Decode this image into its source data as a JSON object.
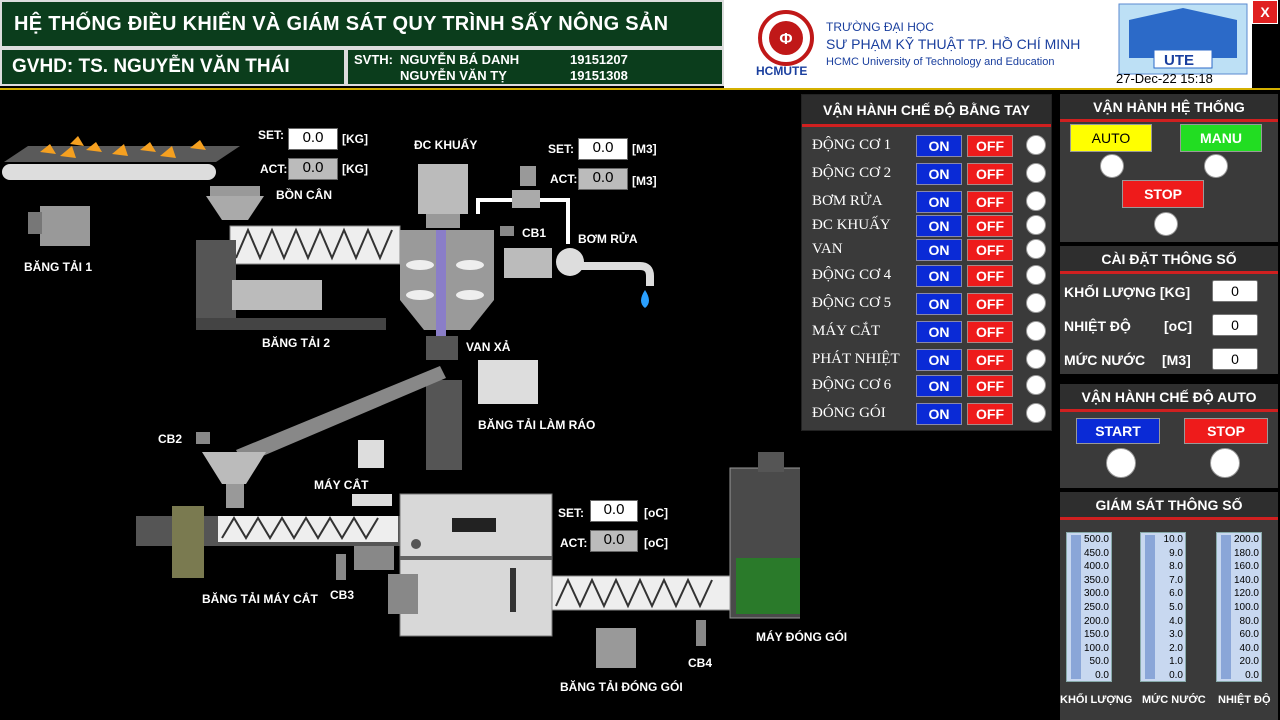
{
  "header": {
    "title": "HỆ THỐNG ĐIỀU KHIỂN VÀ GIÁM SÁT QUY TRÌNH SẤY NÔNG SẢN",
    "advisor": "GVHD: TS. NGUYỄN VĂN THÁI",
    "students_label": "SVTH:",
    "students": [
      {
        "name": "NGUYỄN BÁ DANH",
        "id": "19151207"
      },
      {
        "name": "NGUYỄN VĂN TỴ",
        "id": "19151308"
      }
    ],
    "close": "X"
  },
  "logo": {
    "university_line1": "TRƯỜNG ĐẠI HỌC",
    "university_line2": "SƯ PHẠM KỸ THUẬT TP. HỒ CHÍ MINH",
    "university_en": "HCMC University of Technology and Education",
    "hcmute": "HCMUTE",
    "ute": "UTE",
    "datetime": "27-Dec-22 15:18"
  },
  "process": {
    "scale": {
      "set_label": "SET:",
      "set_value": "0.0",
      "set_unit": "[KG]",
      "act_label": "ACT:",
      "act_value": "0.0",
      "act_unit": "[KG]",
      "name": "BỒN CÂN"
    },
    "water": {
      "set_label": "SET:",
      "set_value": "0.0",
      "set_unit": "[M3]",
      "act_label": "ACT:",
      "act_value": "0.0",
      "act_unit": "[M3]"
    },
    "temp": {
      "set_label": "SET:",
      "set_value": "0.0",
      "set_unit": "[oC]",
      "act_label": "ACT:",
      "act_value": "0.0",
      "act_unit": "[oC]"
    },
    "labels": {
      "conveyor1": "BĂNG TẢI 1",
      "conveyor2": "BĂNG TẢI 2",
      "mixer_motor": "ĐC KHUẤY",
      "cb1": "CB1",
      "wash_pump": "BƠM RỬA",
      "drain_valve": "VAN XẢ",
      "drying_conveyor": "BĂNG TẢI LÀM RÁO",
      "cb2": "CB2",
      "cutter": "MÁY CẮT",
      "cutter_conveyor": "BĂNG TẢI MÁY CẮT",
      "cb3": "CB3",
      "packing_conveyor": "BĂNG TẢI ĐÓNG GÓI",
      "cb4": "CB4",
      "packing_machine": "MÁY ĐÓNG GÓI"
    }
  },
  "manual": {
    "title": "VẬN HÀNH CHẾ ĐỘ BẰNG TAY",
    "on_label": "ON",
    "off_label": "OFF",
    "items": [
      {
        "name": "ĐỘNG CƠ 1"
      },
      {
        "name": "ĐỘNG CƠ 2"
      },
      {
        "name": "BƠM RỬA"
      },
      {
        "name": "ĐC KHUẤY"
      },
      {
        "name": "VAN"
      },
      {
        "name": "ĐỘNG CƠ 4"
      },
      {
        "name": "ĐỘNG CƠ 5"
      },
      {
        "name": "MÁY CẮT"
      },
      {
        "name": "PHÁT NHIỆT"
      },
      {
        "name": "ĐỘNG CƠ 6"
      },
      {
        "name": "ĐÓNG GÓI"
      }
    ]
  },
  "system": {
    "title": "VẬN HÀNH HỆ THỐNG",
    "auto": "AUTO",
    "manu": "MANU",
    "stop": "STOP"
  },
  "settings": {
    "title": "CÀI ĐẶT THÔNG SỐ",
    "mass_label": "KHỐI LƯỢNG [KG]",
    "mass_value": "0",
    "temp_label": "NHIỆT ĐỘ",
    "temp_unit": "[oC]",
    "temp_value": "0",
    "water_label": "MỨC NƯỚC",
    "water_unit": "[M3]",
    "water_value": "0"
  },
  "auto_mode": {
    "title": "VẬN HÀNH CHẾ ĐỘ AUTO",
    "start": "START",
    "stop": "STOP"
  },
  "monitor": {
    "title": "GIÁM SÁT THÔNG SỐ",
    "gauges": [
      {
        "label": "KHỐI LƯỢNG",
        "ticks": [
          "500.0",
          "450.0",
          "400.0",
          "350.0",
          "300.0",
          "250.0",
          "200.0",
          "150.0",
          "100.0",
          "50.0",
          "0.0"
        ],
        "level": 0
      },
      {
        "label": "MỨC NƯỚC",
        "ticks": [
          "10.0",
          "9.0",
          "8.0",
          "7.0",
          "6.0",
          "5.0",
          "4.0",
          "3.0",
          "2.0",
          "1.0",
          "0.0"
        ],
        "level": 0
      },
      {
        "label": "NHIỆT ĐỘ",
        "ticks": [
          "200.0",
          "180.0",
          "160.0",
          "140.0",
          "120.0",
          "100.0",
          "80.0",
          "60.0",
          "40.0",
          "20.0",
          "0.0"
        ],
        "level": 0
      }
    ]
  },
  "colors": {
    "header_bg": "#0b3d1c",
    "on": "#0a2ad6",
    "off": "#ee1b1b",
    "auto": "#ffff00",
    "manu": "#22dd22",
    "accent_red": "#d02020"
  }
}
